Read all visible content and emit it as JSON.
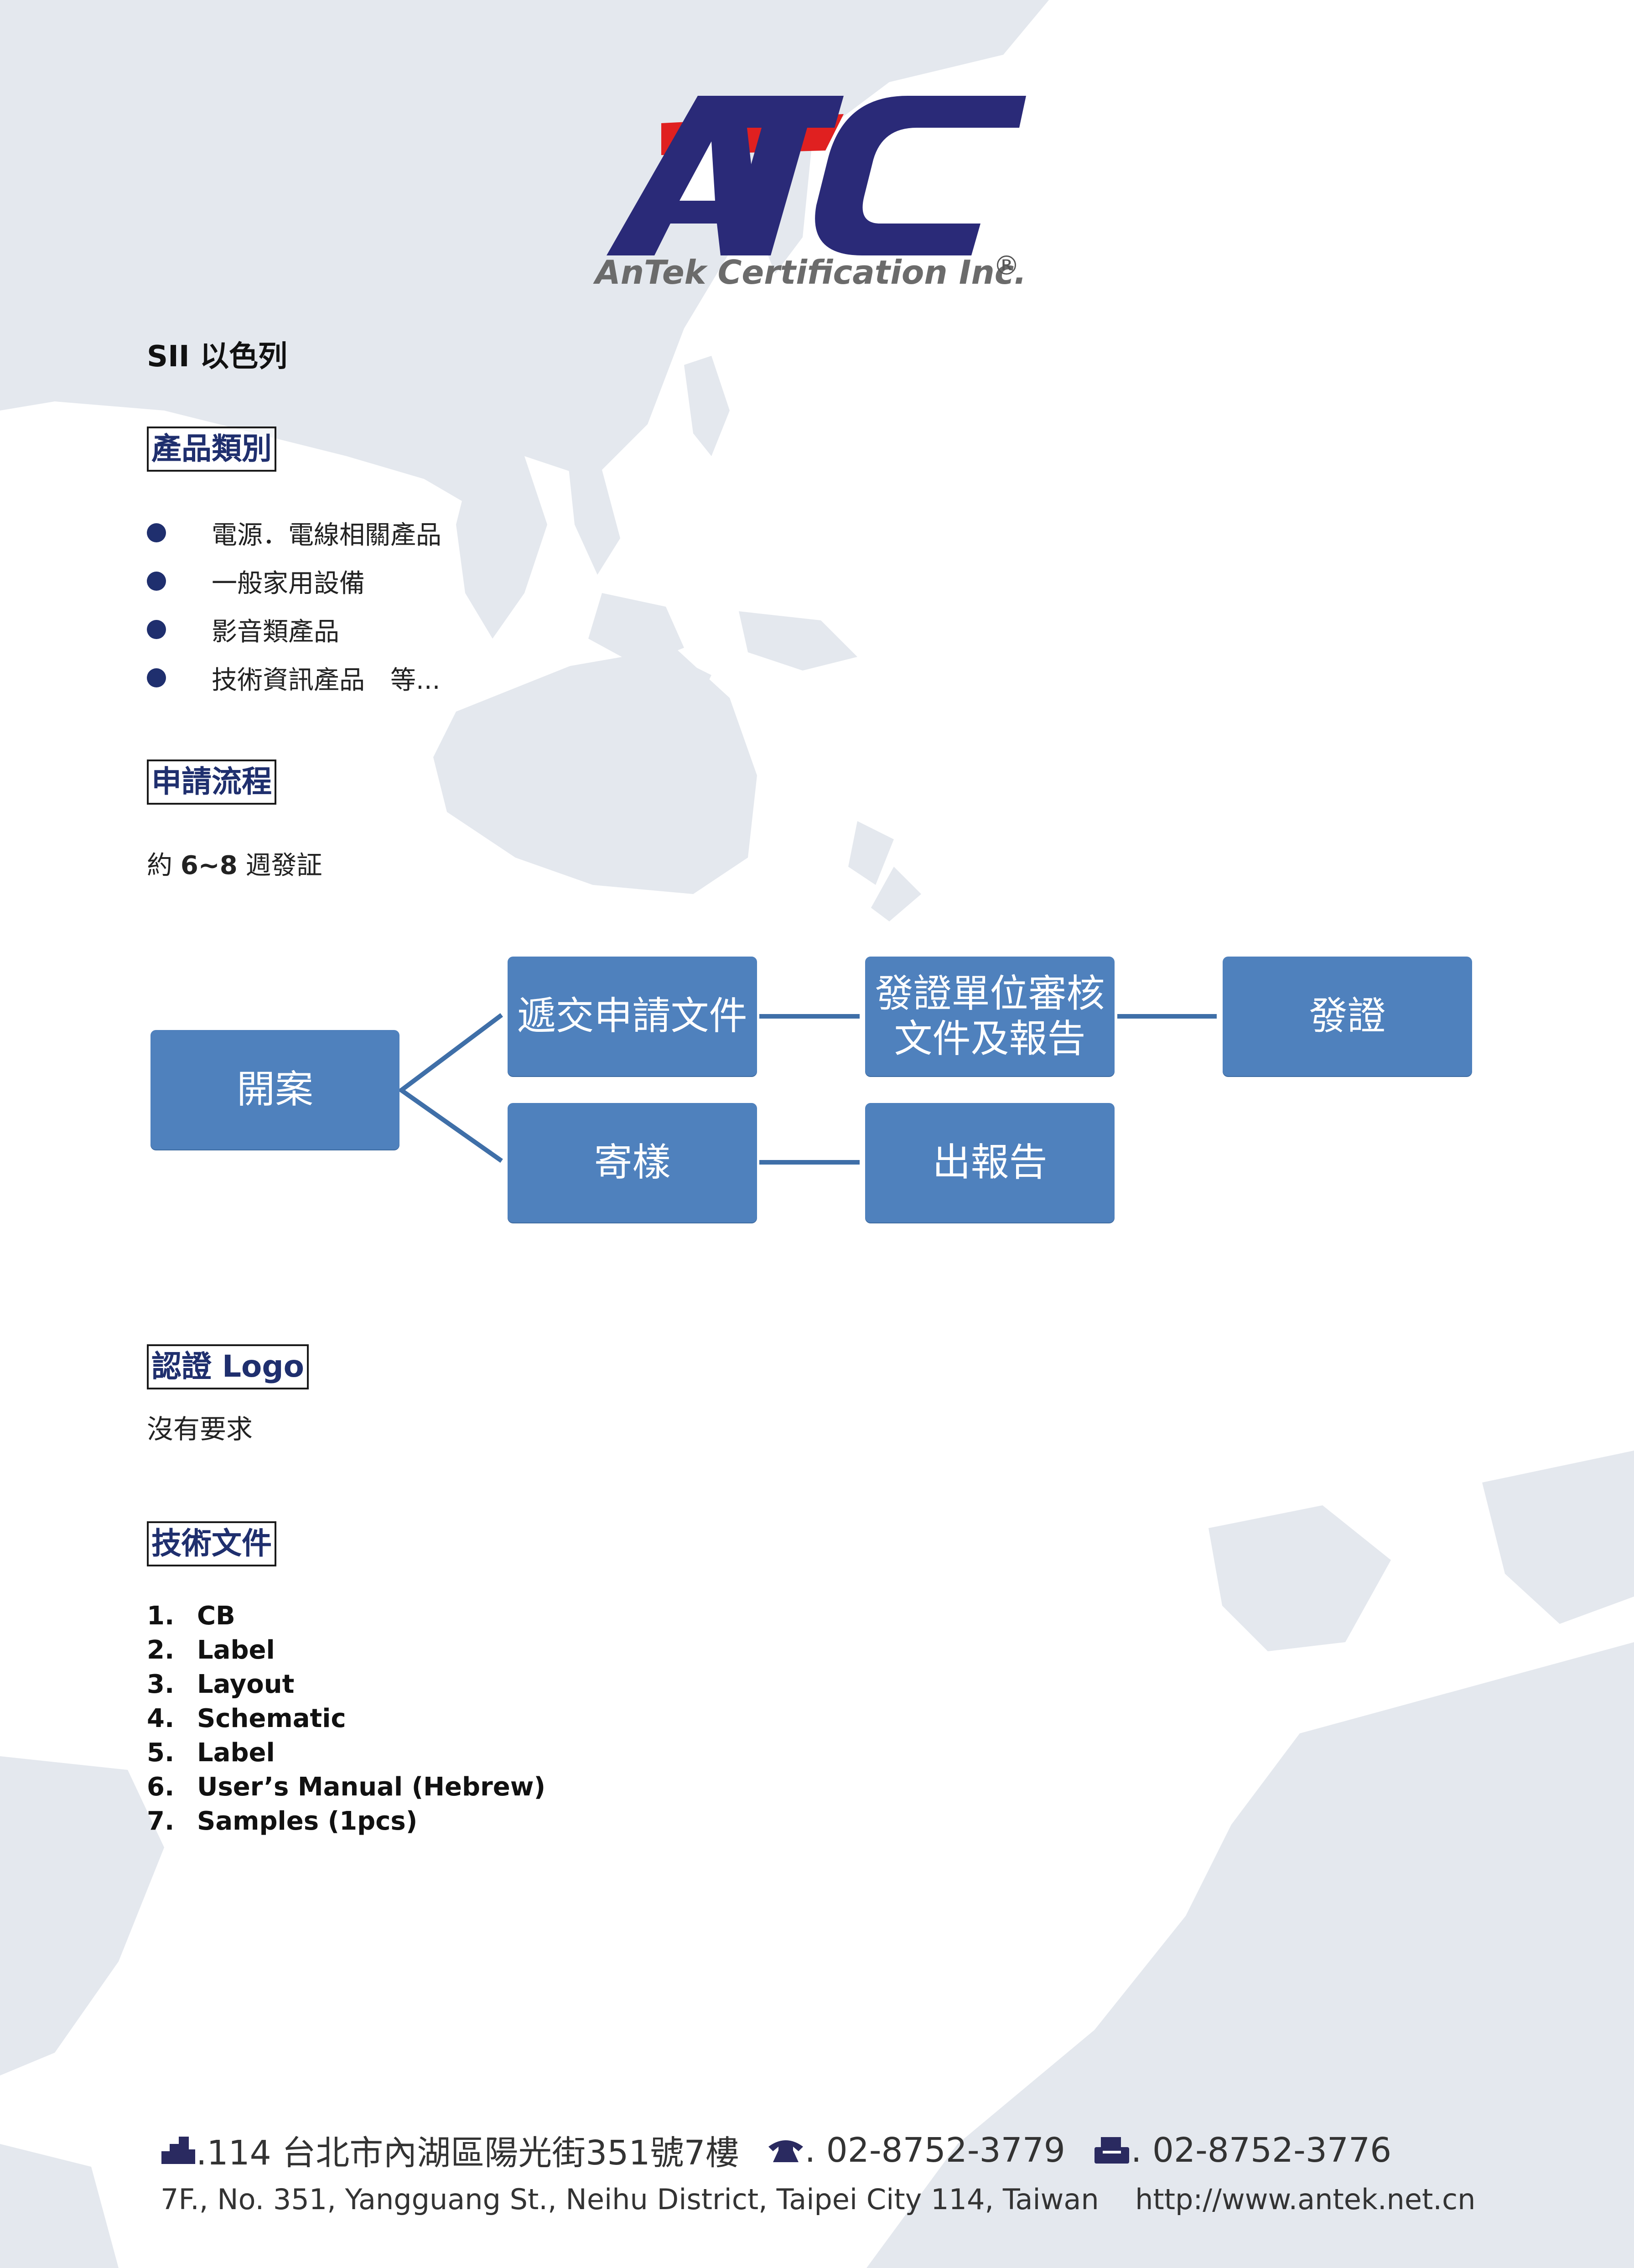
{
  "brand": {
    "logo_letters": "ATC",
    "tagline": "AnTek Certification Inc.",
    "registered_mark": "®",
    "colors": {
      "navy": "#2a2a78",
      "red": "#e02020",
      "gray": "#6b6b6b"
    }
  },
  "page_title": "SII  以色列",
  "sections": {
    "product_categories": {
      "title": "產品類別",
      "items": [
        "電源．電線相關產品",
        "一般家用設備",
        "影音類產品",
        "技術資訊產品　等..."
      ]
    },
    "application_process": {
      "title": "申請流程",
      "duration_prefix": "約 ",
      "duration_value": "6~8",
      "duration_suffix": " 週發証",
      "flow": {
        "start": "開案",
        "upper": [
          "遞交申請文件",
          "發證單位審核\n文件及報告",
          "發證"
        ],
        "lower": [
          "寄樣",
          "出報告"
        ],
        "box_color": "#4f81bd",
        "line_color": "#3f6fa8"
      }
    },
    "certification_logo": {
      "title_cn": "認證",
      "title_en": "Logo",
      "text": "沒有要求"
    },
    "technical_documents": {
      "title": "技術文件",
      "items": [
        {
          "num": "1.",
          "label": "CB"
        },
        {
          "num": "2.",
          "label": "Label"
        },
        {
          "num": "3.",
          "label": "Layout"
        },
        {
          "num": "4.",
          "label": "Schematic"
        },
        {
          "num": "5.",
          "label": "Label"
        },
        {
          "num": "6.",
          "label": "User’s Manual (Hebrew)"
        },
        {
          "num": "7.",
          "label": "Samples (1pcs)"
        }
      ]
    }
  },
  "footer": {
    "address_cn": ".114 台北市內湖區陽光街351號7樓",
    "phone": ". 02-8752-3779",
    "fax": ". 02-8752-3776",
    "address_en": "7F., No. 351, Yangguang St., Neihu District, Taipei City 114, Taiwan",
    "website": "http://www.antek.net.cn",
    "icons": [
      "building-icon",
      "phone-icon",
      "fax-icon"
    ]
  }
}
